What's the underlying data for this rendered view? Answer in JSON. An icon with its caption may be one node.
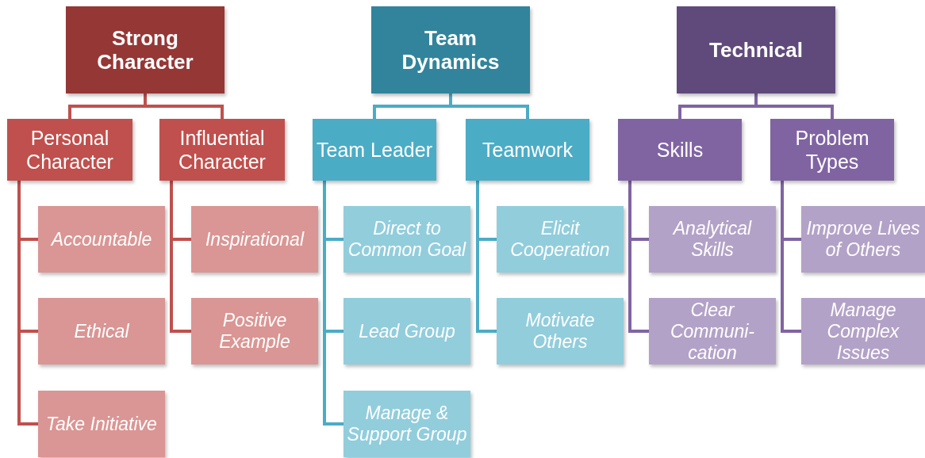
{
  "diagram": {
    "nodes": [
      {
        "text": [
          "Strong Character"
        ]
      },
      {
        "text": [
          "Personal Character"
        ]
      },
      {
        "text": [
          "Influential Character"
        ]
      },
      {
        "text": [
          "Accountable"
        ]
      },
      {
        "text": [
          "Ethical"
        ]
      },
      {
        "text": [
          "Take Initiative"
        ]
      },
      {
        "text": [
          "Inspirational"
        ]
      },
      {
        "text": [
          "Positive Example"
        ]
      },
      {
        "text": [
          "Team Dynamics"
        ]
      },
      {
        "text": [
          "Team Leader"
        ]
      },
      {
        "text": [
          "Teamwork"
        ]
      },
      {
        "text": [
          "Direct to Common Goal"
        ]
      },
      {
        "text": [
          "Lead Group"
        ]
      },
      {
        "text": [
          "Manage & Support Group"
        ]
      },
      {
        "text": [
          "Elicit Cooperation"
        ]
      },
      {
        "text": [
          "Motivate Others"
        ]
      },
      {
        "text": [
          "Technical"
        ]
      },
      {
        "text": [
          "Skills"
        ]
      },
      {
        "text": [
          "Problem Types"
        ]
      },
      {
        "text": [
          "Analytical Skills"
        ]
      },
      {
        "text": [
          "Clear Communi- cation"
        ]
      },
      {
        "text": [
          "Improve Lives of Others"
        ]
      },
      {
        "text": [
          "Manage Complex Issues"
        ]
      }
    ],
    "edges": [
      {
        "from": 0,
        "to": 1,
        "arrow": "none",
        "color": "#c0504d"
      },
      {
        "from": 0,
        "to": 2,
        "arrow": "none",
        "color": "#c0504d"
      },
      {
        "from": 1,
        "to": 3,
        "arrow": "none",
        "color": "#c0504d"
      },
      {
        "from": 1,
        "to": 4,
        "arrow": "none",
        "color": "#c0504d"
      },
      {
        "from": 1,
        "to": 5,
        "arrow": "none",
        "color": "#c0504d"
      },
      {
        "from": 2,
        "to": 6,
        "arrow": "none",
        "color": "#c0504d"
      },
      {
        "from": 2,
        "to": 7,
        "arrow": "none",
        "color": "#c0504d"
      },
      {
        "from": 8,
        "to": 9,
        "arrow": "none",
        "color": "#4bacc6"
      },
      {
        "from": 8,
        "to": 10,
        "arrow": "none",
        "color": "#4bacc6"
      },
      {
        "from": 9,
        "to": 11,
        "arrow": "none",
        "color": "#4bacc6"
      },
      {
        "from": 9,
        "to": 12,
        "arrow": "none",
        "color": "#4bacc6"
      },
      {
        "from": 9,
        "to": 13,
        "arrow": "none",
        "color": "#4bacc6"
      },
      {
        "from": 10,
        "to": 14,
        "arrow": "none",
        "color": "#4bacc6"
      },
      {
        "from": 10,
        "to": 15,
        "arrow": "none",
        "color": "#4bacc6"
      },
      {
        "from": 16,
        "to": 17,
        "arrow": "none",
        "color": "#8064a2"
      },
      {
        "from": 16,
        "to": 18,
        "arrow": "none",
        "color": "#8064a2"
      },
      {
        "from": 17,
        "to": 19,
        "arrow": "none",
        "color": "#8064a2"
      },
      {
        "from": 17,
        "to": 20,
        "arrow": "none",
        "color": "#8064a2"
      },
      {
        "from": 18,
        "to": 21,
        "arrow": "none",
        "color": "#8064a2"
      },
      {
        "from": 18,
        "to": 22,
        "arrow": "none",
        "color": "#8064a2"
      }
    ]
  }
}
